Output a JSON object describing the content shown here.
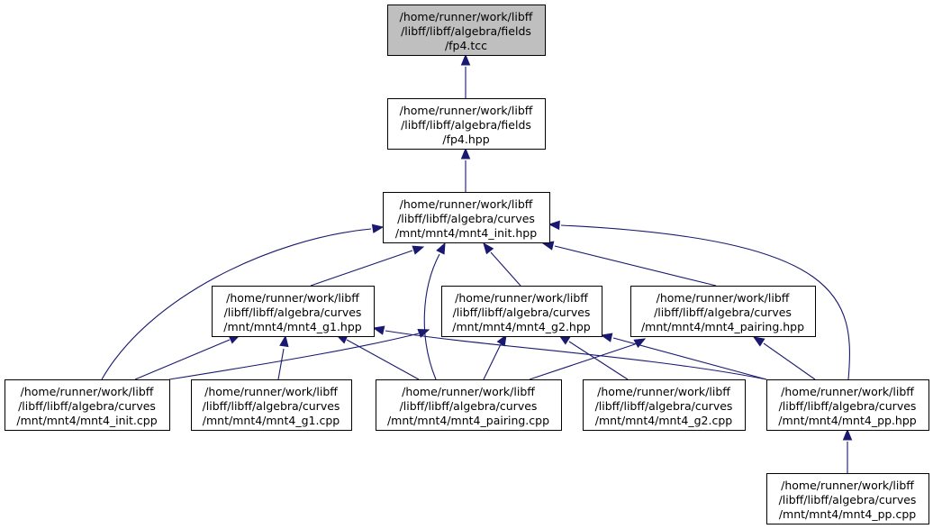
{
  "colors": {
    "edge": "#191970",
    "root_fill": "#bfbfbf",
    "node_fill": "#ffffff",
    "border": "#000000"
  },
  "nodes": [
    {
      "id": "fp4_tcc",
      "lines": [
        "/home/runner/work/libff",
        "/libff/libff/algebra/fields",
        "/fp4.tcc"
      ],
      "highlighted": true
    },
    {
      "id": "fp4_hpp",
      "lines": [
        "/home/runner/work/libff",
        "/libff/libff/algebra/fields",
        "/fp4.hpp"
      ]
    },
    {
      "id": "mnt4_init_hpp",
      "lines": [
        "/home/runner/work/libff",
        "/libff/libff/algebra/curves",
        "/mnt/mnt4/mnt4_init.hpp"
      ]
    },
    {
      "id": "mnt4_g1_hpp",
      "lines": [
        "/home/runner/work/libff",
        "/libff/libff/algebra/curves",
        "/mnt/mnt4/mnt4_g1.hpp"
      ]
    },
    {
      "id": "mnt4_g2_hpp",
      "lines": [
        "/home/runner/work/libff",
        "/libff/libff/algebra/curves",
        "/mnt/mnt4/mnt4_g2.hpp"
      ]
    },
    {
      "id": "mnt4_pairing_hpp",
      "lines": [
        "/home/runner/work/libff",
        "/libff/libff/algebra/curves",
        "/mnt/mnt4/mnt4_pairing.hpp"
      ]
    },
    {
      "id": "mnt4_init_cpp",
      "lines": [
        "/home/runner/work/libff",
        "/libff/libff/algebra/curves",
        "/mnt/mnt4/mnt4_init.cpp"
      ]
    },
    {
      "id": "mnt4_g1_cpp",
      "lines": [
        "/home/runner/work/libff",
        "/libff/libff/algebra/curves",
        "/mnt/mnt4/mnt4_g1.cpp"
      ]
    },
    {
      "id": "mnt4_pairing_cpp",
      "lines": [
        "/home/runner/work/libff",
        "/libff/libff/algebra/curves",
        "/mnt/mnt4/mnt4_pairing.cpp"
      ]
    },
    {
      "id": "mnt4_g2_cpp",
      "lines": [
        "/home/runner/work/libff",
        "/libff/libff/algebra/curves",
        "/mnt/mnt4/mnt4_g2.cpp"
      ]
    },
    {
      "id": "mnt4_pp_hpp",
      "lines": [
        "/home/runner/work/libff",
        "/libff/libff/algebra/curves",
        "/mnt/mnt4/mnt4_pp.hpp"
      ]
    },
    {
      "id": "mnt4_pp_cpp",
      "lines": [
        "/home/runner/work/libff",
        "/libff/libff/algebra/curves",
        "/mnt/mnt4/mnt4_pp.cpp"
      ]
    }
  ],
  "edges": [
    {
      "from": "fp4_hpp",
      "to": "fp4_tcc"
    },
    {
      "from": "mnt4_init_hpp",
      "to": "fp4_hpp"
    },
    {
      "from": "mnt4_init_cpp",
      "to": "mnt4_init_hpp"
    },
    {
      "from": "mnt4_g1_hpp",
      "to": "mnt4_init_hpp"
    },
    {
      "from": "mnt4_pairing_cpp",
      "to": "mnt4_init_hpp"
    },
    {
      "from": "mnt4_g2_hpp",
      "to": "mnt4_init_hpp"
    },
    {
      "from": "mnt4_pairing_hpp",
      "to": "mnt4_init_hpp"
    },
    {
      "from": "mnt4_pp_hpp",
      "to": "mnt4_init_hpp"
    },
    {
      "from": "mnt4_init_cpp",
      "to": "mnt4_g1_hpp"
    },
    {
      "from": "mnt4_g1_cpp",
      "to": "mnt4_g1_hpp"
    },
    {
      "from": "mnt4_pairing_cpp",
      "to": "mnt4_g1_hpp"
    },
    {
      "from": "mnt4_pp_hpp",
      "to": "mnt4_g1_hpp"
    },
    {
      "from": "mnt4_init_cpp",
      "to": "mnt4_g2_hpp"
    },
    {
      "from": "mnt4_pairing_cpp",
      "to": "mnt4_g2_hpp"
    },
    {
      "from": "mnt4_g2_cpp",
      "to": "mnt4_g2_hpp"
    },
    {
      "from": "mnt4_pp_hpp",
      "to": "mnt4_g2_hpp"
    },
    {
      "from": "mnt4_pairing_cpp",
      "to": "mnt4_pairing_hpp"
    },
    {
      "from": "mnt4_pp_hpp",
      "to": "mnt4_pairing_hpp"
    },
    {
      "from": "mnt4_pp_cpp",
      "to": "mnt4_pp_hpp"
    }
  ]
}
